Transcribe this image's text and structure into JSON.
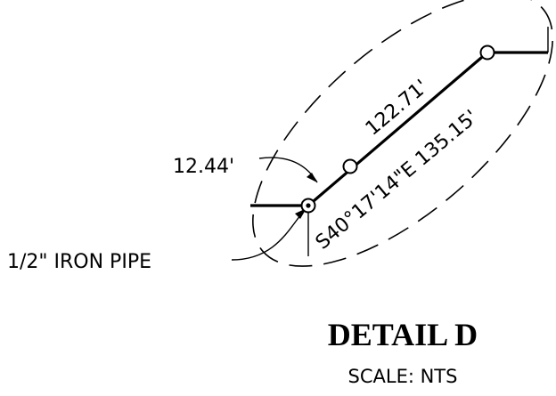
{
  "detail": {
    "title": "DETAIL D",
    "scale": "SCALE: NTS"
  },
  "labels": {
    "distance_short": "122.71'",
    "bearing_distance": "S40°17'14\"E 135.15'",
    "offset": "12.44'",
    "monument": "1/2\" IRON PIPE"
  },
  "colors": {
    "ink": "#000000",
    "paper": "#ffffff"
  }
}
